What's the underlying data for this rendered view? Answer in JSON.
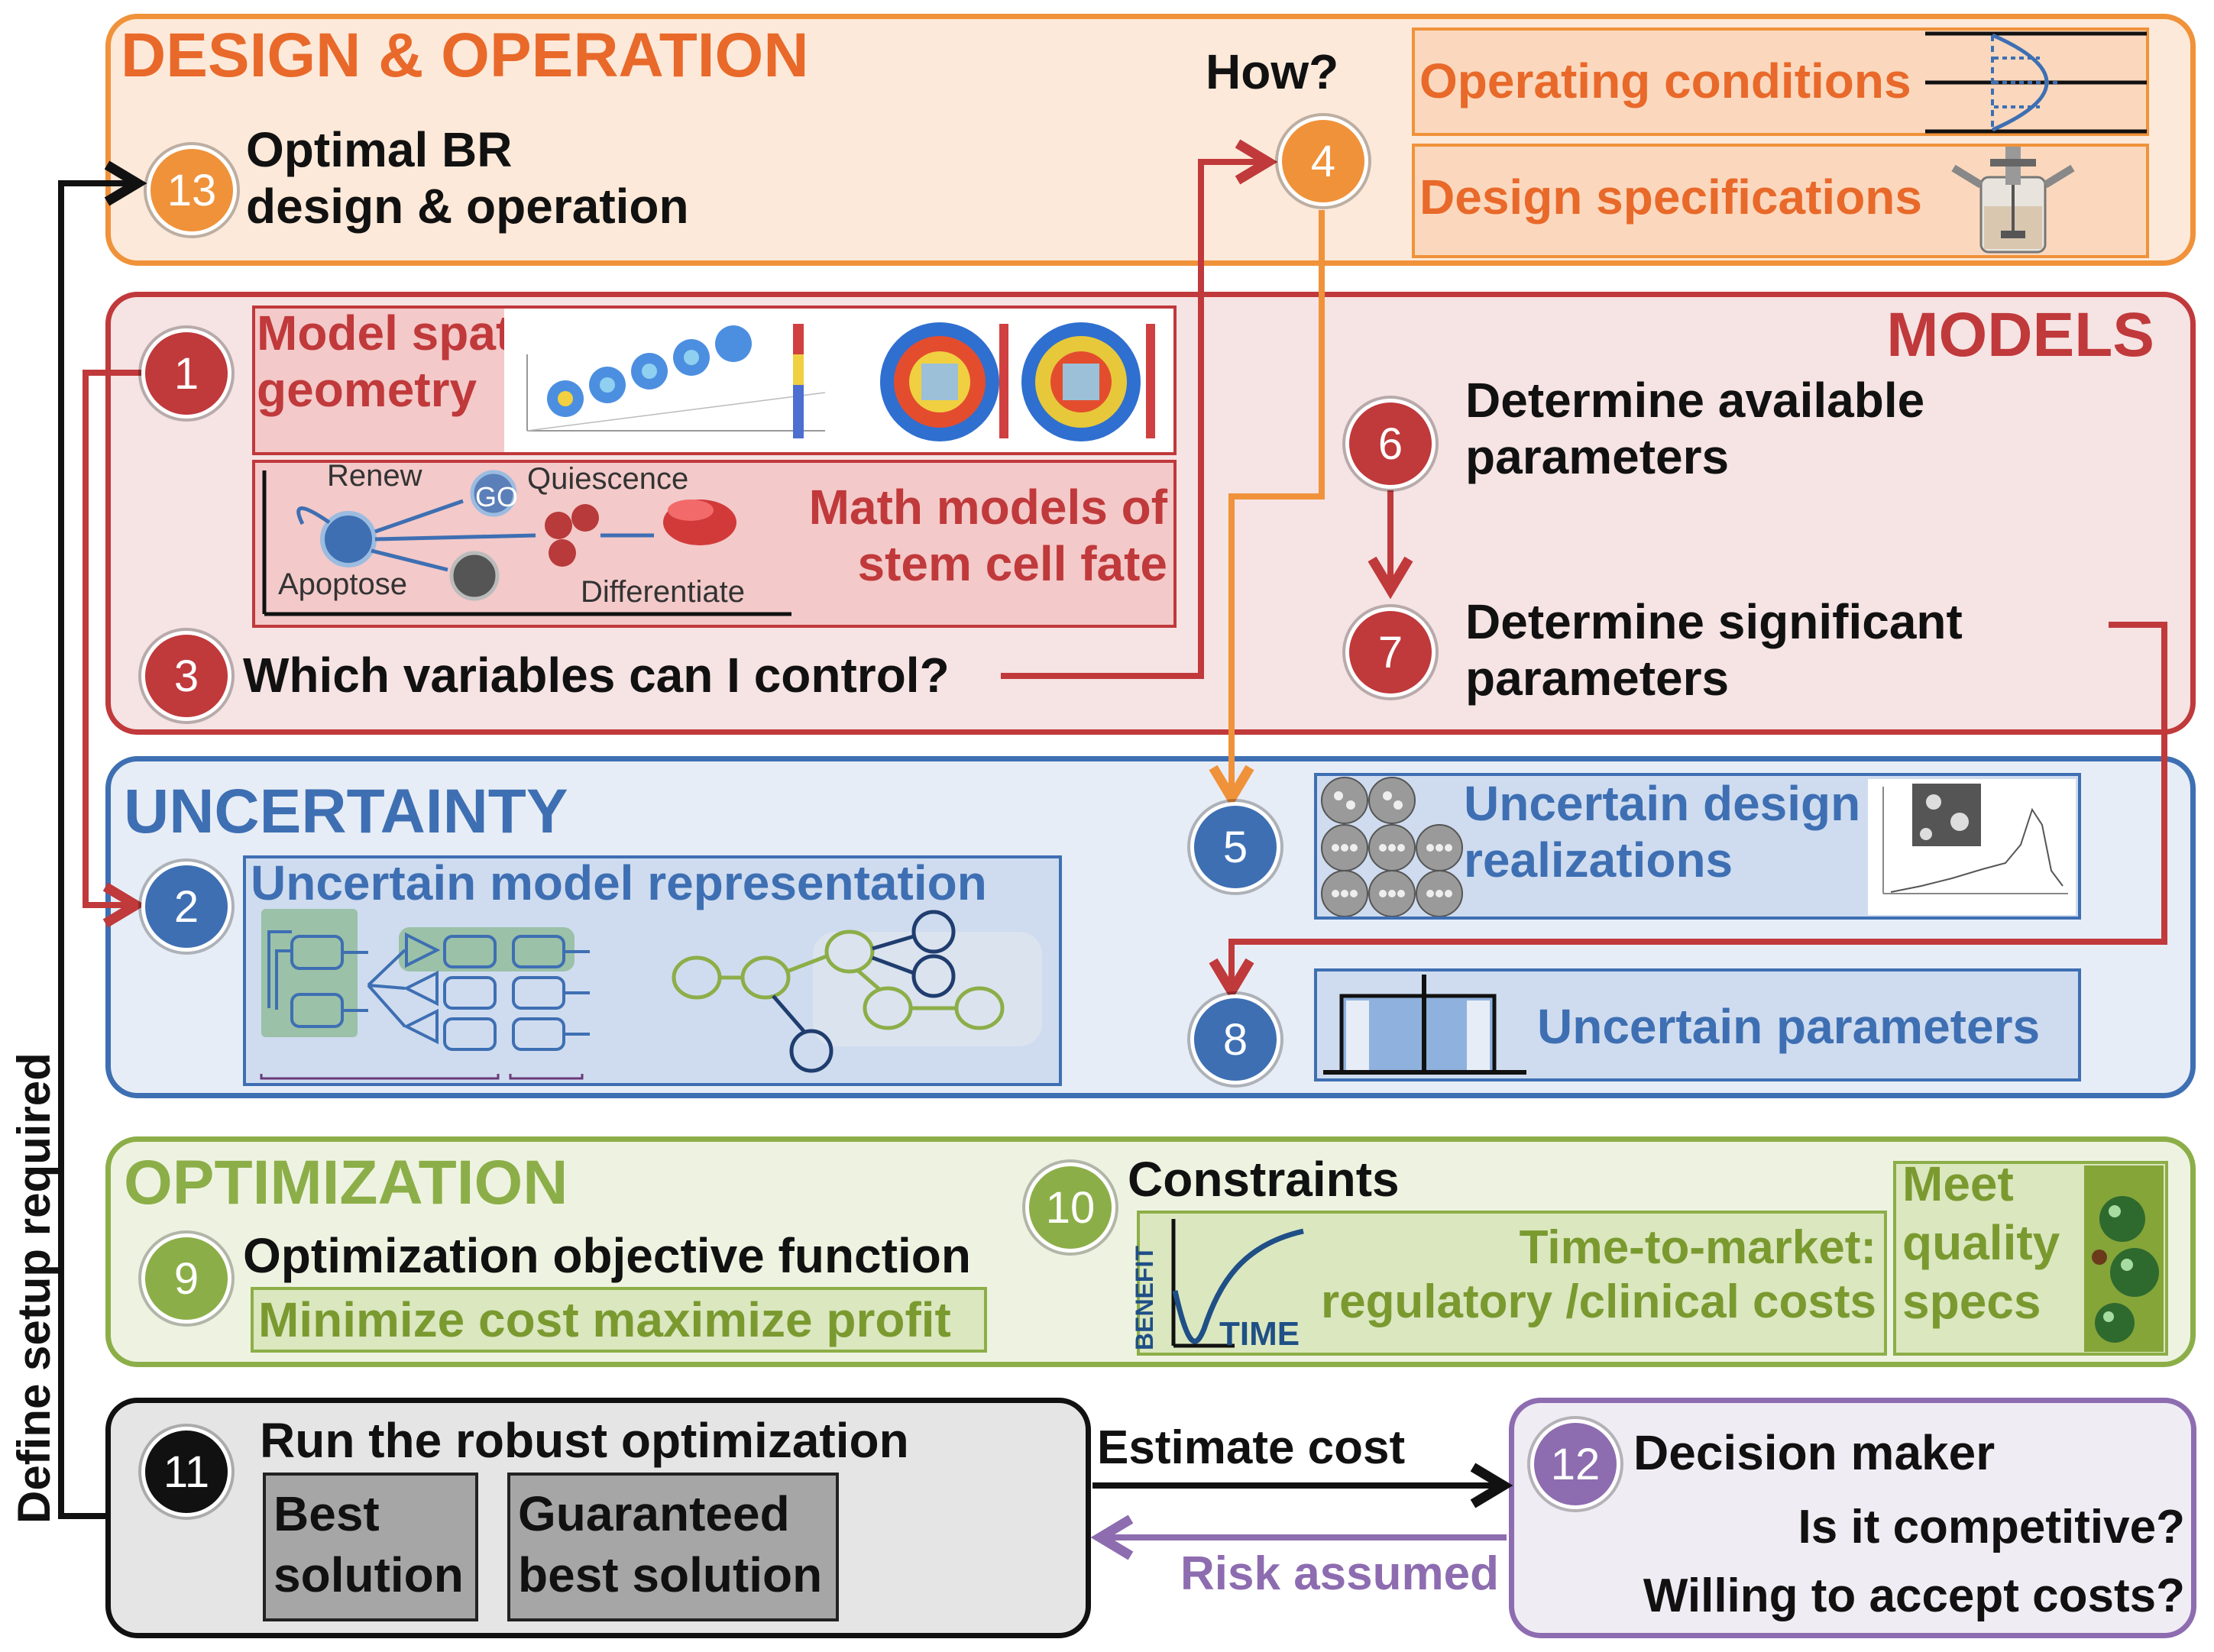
{
  "sections": {
    "design": "DESIGN & OPERATION",
    "models": "MODELS",
    "uncertainty": "UNCERTAINTY",
    "optimization": "OPTIMIZATION"
  },
  "steps": {
    "s1": "1",
    "s2": "2",
    "s3": "3",
    "s4": "4",
    "s5": "5",
    "s6": "6",
    "s7": "7",
    "s8": "8",
    "s9": "9",
    "s10": "10",
    "s11": "11",
    "s12": "12",
    "s13": "13"
  },
  "design": {
    "optimal_line1": "Optimal BR",
    "optimal_line2": "design & operation",
    "how": "How?",
    "operating_conditions": "Operating conditions",
    "design_specifications": "Design specifications"
  },
  "models": {
    "spatial_line1": "Model spatial",
    "spatial_line2": "geometry",
    "math_line1": "Math models of",
    "math_line2": "stem cell fate",
    "renew": "Renew",
    "go": "GO",
    "quiescence": "Quiescence",
    "apoptose": "Apoptose",
    "differentiate": "Differentiate",
    "which_variables": "Which variables can I control?",
    "available_line1": "Determine available",
    "available_line2": "parameters",
    "significant_line1": "Determine significant",
    "significant_line2": "parameters"
  },
  "uncertainty": {
    "model_representation": "Uncertain model representation",
    "design_line1": "Uncertain design",
    "design_line2": "realizations",
    "parameters": "Uncertain parameters"
  },
  "optimization": {
    "objective": "Optimization objective function",
    "minimize": "Minimize cost maximize profit",
    "constraints": "Constraints",
    "benefit": "BENEFIT",
    "time": "TIME",
    "ttm_line1": "Time-to-market:",
    "ttm_line2": "regulatory /clinical costs",
    "quality_line1": "Meet",
    "quality_line2": "quality",
    "quality_line3": "specs"
  },
  "run": {
    "title": "Run the robust optimization",
    "best_line1": "Best",
    "best_line2": "solution",
    "guaranteed_line1": "Guaranteed",
    "guaranteed_line2": "best solution"
  },
  "flow": {
    "estimate_cost": "Estimate cost",
    "risk_assumed": "Risk assumed",
    "define_setup": "Define setup required"
  },
  "decision": {
    "title": "Decision maker",
    "competitive": "Is it competitive?",
    "willing": "Willing to accept costs?"
  },
  "colors": {
    "orange": "#e8692a",
    "red": "#c0393b",
    "blue": "#3e6fb3",
    "green": "#8cae48",
    "purple": "#8d6cb0",
    "black": "#111111"
  }
}
